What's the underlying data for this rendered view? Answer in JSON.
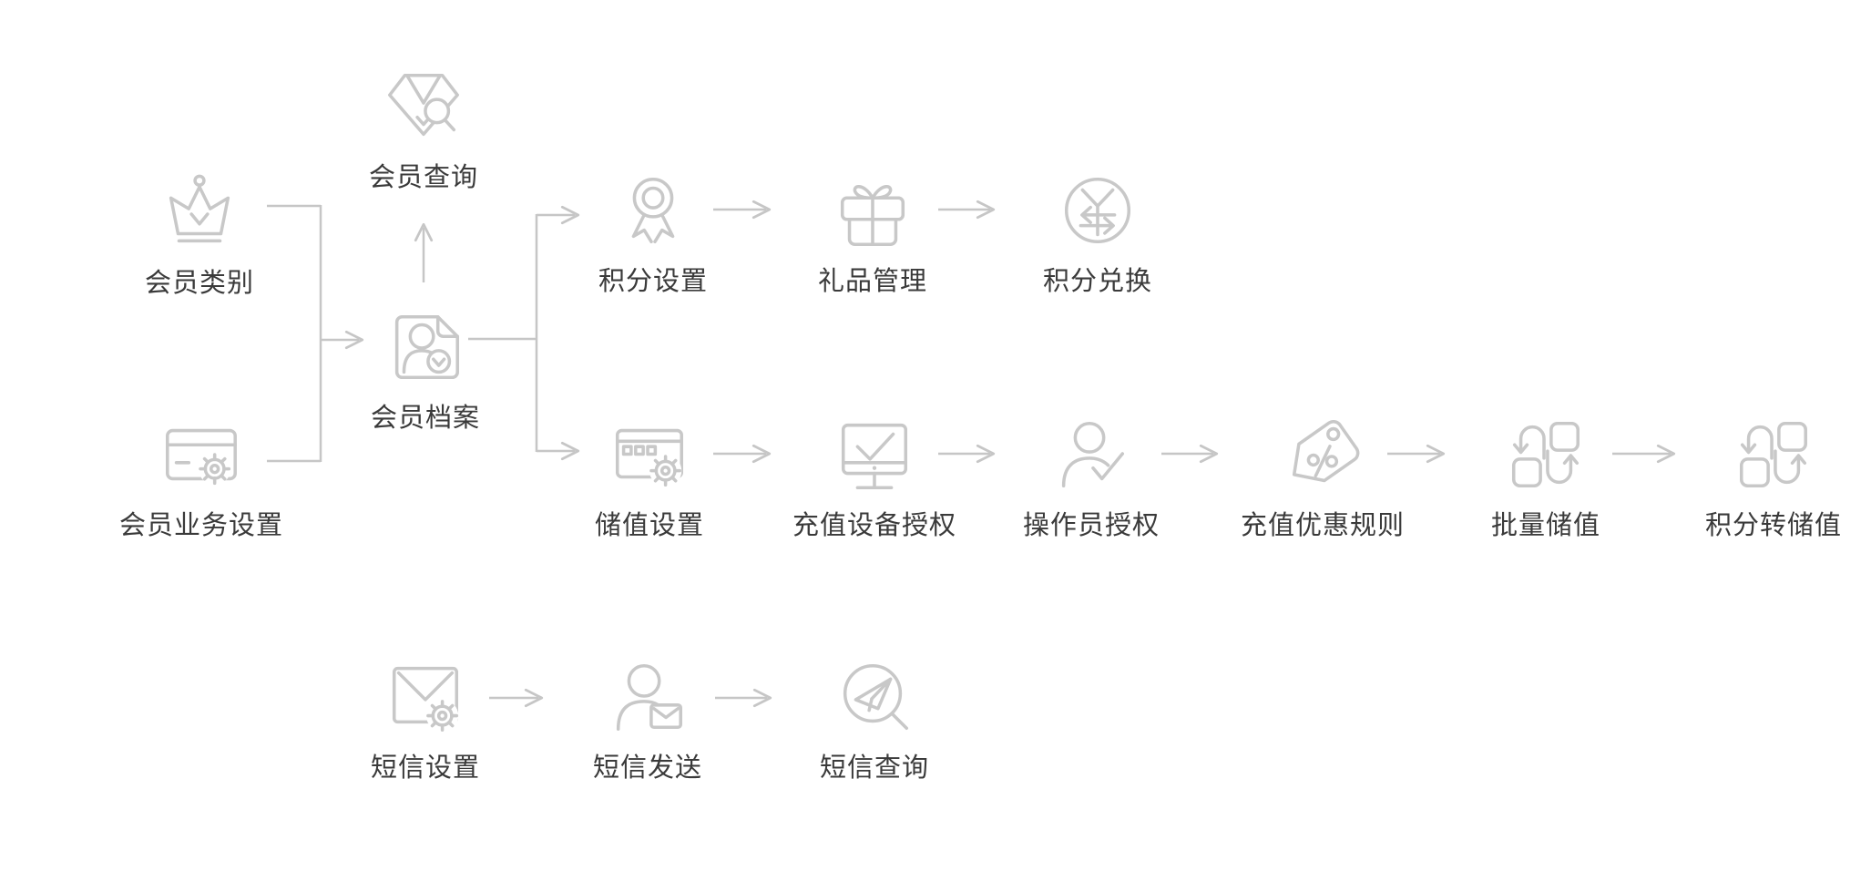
{
  "colors": {
    "background": "#ffffff",
    "icon_stroke": "#c8c8c8",
    "connector": "#c6c6c6",
    "label_text": "#3a3a3a"
  },
  "diagram": {
    "nodes": [
      {
        "id": "member-category",
        "label": "会员类别",
        "icon": "crown-icon"
      },
      {
        "id": "member-business-settings",
        "label": "会员业务设置",
        "icon": "card-gear-icon"
      },
      {
        "id": "member-query",
        "label": "会员查询",
        "icon": "diamond-search-icon"
      },
      {
        "id": "member-profile",
        "label": "会员档案",
        "icon": "profile-document-icon"
      },
      {
        "id": "points-settings",
        "label": "积分设置",
        "icon": "medal-icon"
      },
      {
        "id": "gift-management",
        "label": "礼品管理",
        "icon": "gift-icon"
      },
      {
        "id": "points-exchange",
        "label": "积分兑换",
        "icon": "yuan-exchange-icon"
      },
      {
        "id": "stored-value-settings",
        "label": "储值设置",
        "icon": "window-gear-icon"
      },
      {
        "id": "recharge-device-authorization",
        "label": "充值设备授权",
        "icon": "monitor-check-icon"
      },
      {
        "id": "operator-authorization",
        "label": "操作员授权",
        "icon": "person-check-icon"
      },
      {
        "id": "recharge-discount-rules",
        "label": "充值优惠规则",
        "icon": "tag-percent-icon"
      },
      {
        "id": "batch-stored-value",
        "label": "批量储值",
        "icon": "swap-arrows-icon"
      },
      {
        "id": "points-to-stored-value",
        "label": "积分转储值",
        "icon": "swap-arrows-icon"
      },
      {
        "id": "sms-settings",
        "label": "短信设置",
        "icon": "mail-gear-icon"
      },
      {
        "id": "sms-send",
        "label": "短信发送",
        "icon": "person-mail-icon"
      },
      {
        "id": "sms-query",
        "label": "短信查询",
        "icon": "paper-plane-search-icon"
      }
    ],
    "edges": [
      {
        "from": "member-category",
        "to": "member-profile"
      },
      {
        "from": "member-business-settings",
        "to": "member-profile"
      },
      {
        "from": "member-profile",
        "to": "member-query"
      },
      {
        "from": "member-profile",
        "to": "points-settings"
      },
      {
        "from": "member-profile",
        "to": "stored-value-settings"
      },
      {
        "from": "points-settings",
        "to": "gift-management"
      },
      {
        "from": "gift-management",
        "to": "points-exchange"
      },
      {
        "from": "stored-value-settings",
        "to": "recharge-device-authorization"
      },
      {
        "from": "recharge-device-authorization",
        "to": "operator-authorization"
      },
      {
        "from": "operator-authorization",
        "to": "recharge-discount-rules"
      },
      {
        "from": "recharge-discount-rules",
        "to": "batch-stored-value"
      },
      {
        "from": "batch-stored-value",
        "to": "points-to-stored-value"
      },
      {
        "from": "sms-settings",
        "to": "sms-send"
      },
      {
        "from": "sms-send",
        "to": "sms-query"
      }
    ]
  }
}
